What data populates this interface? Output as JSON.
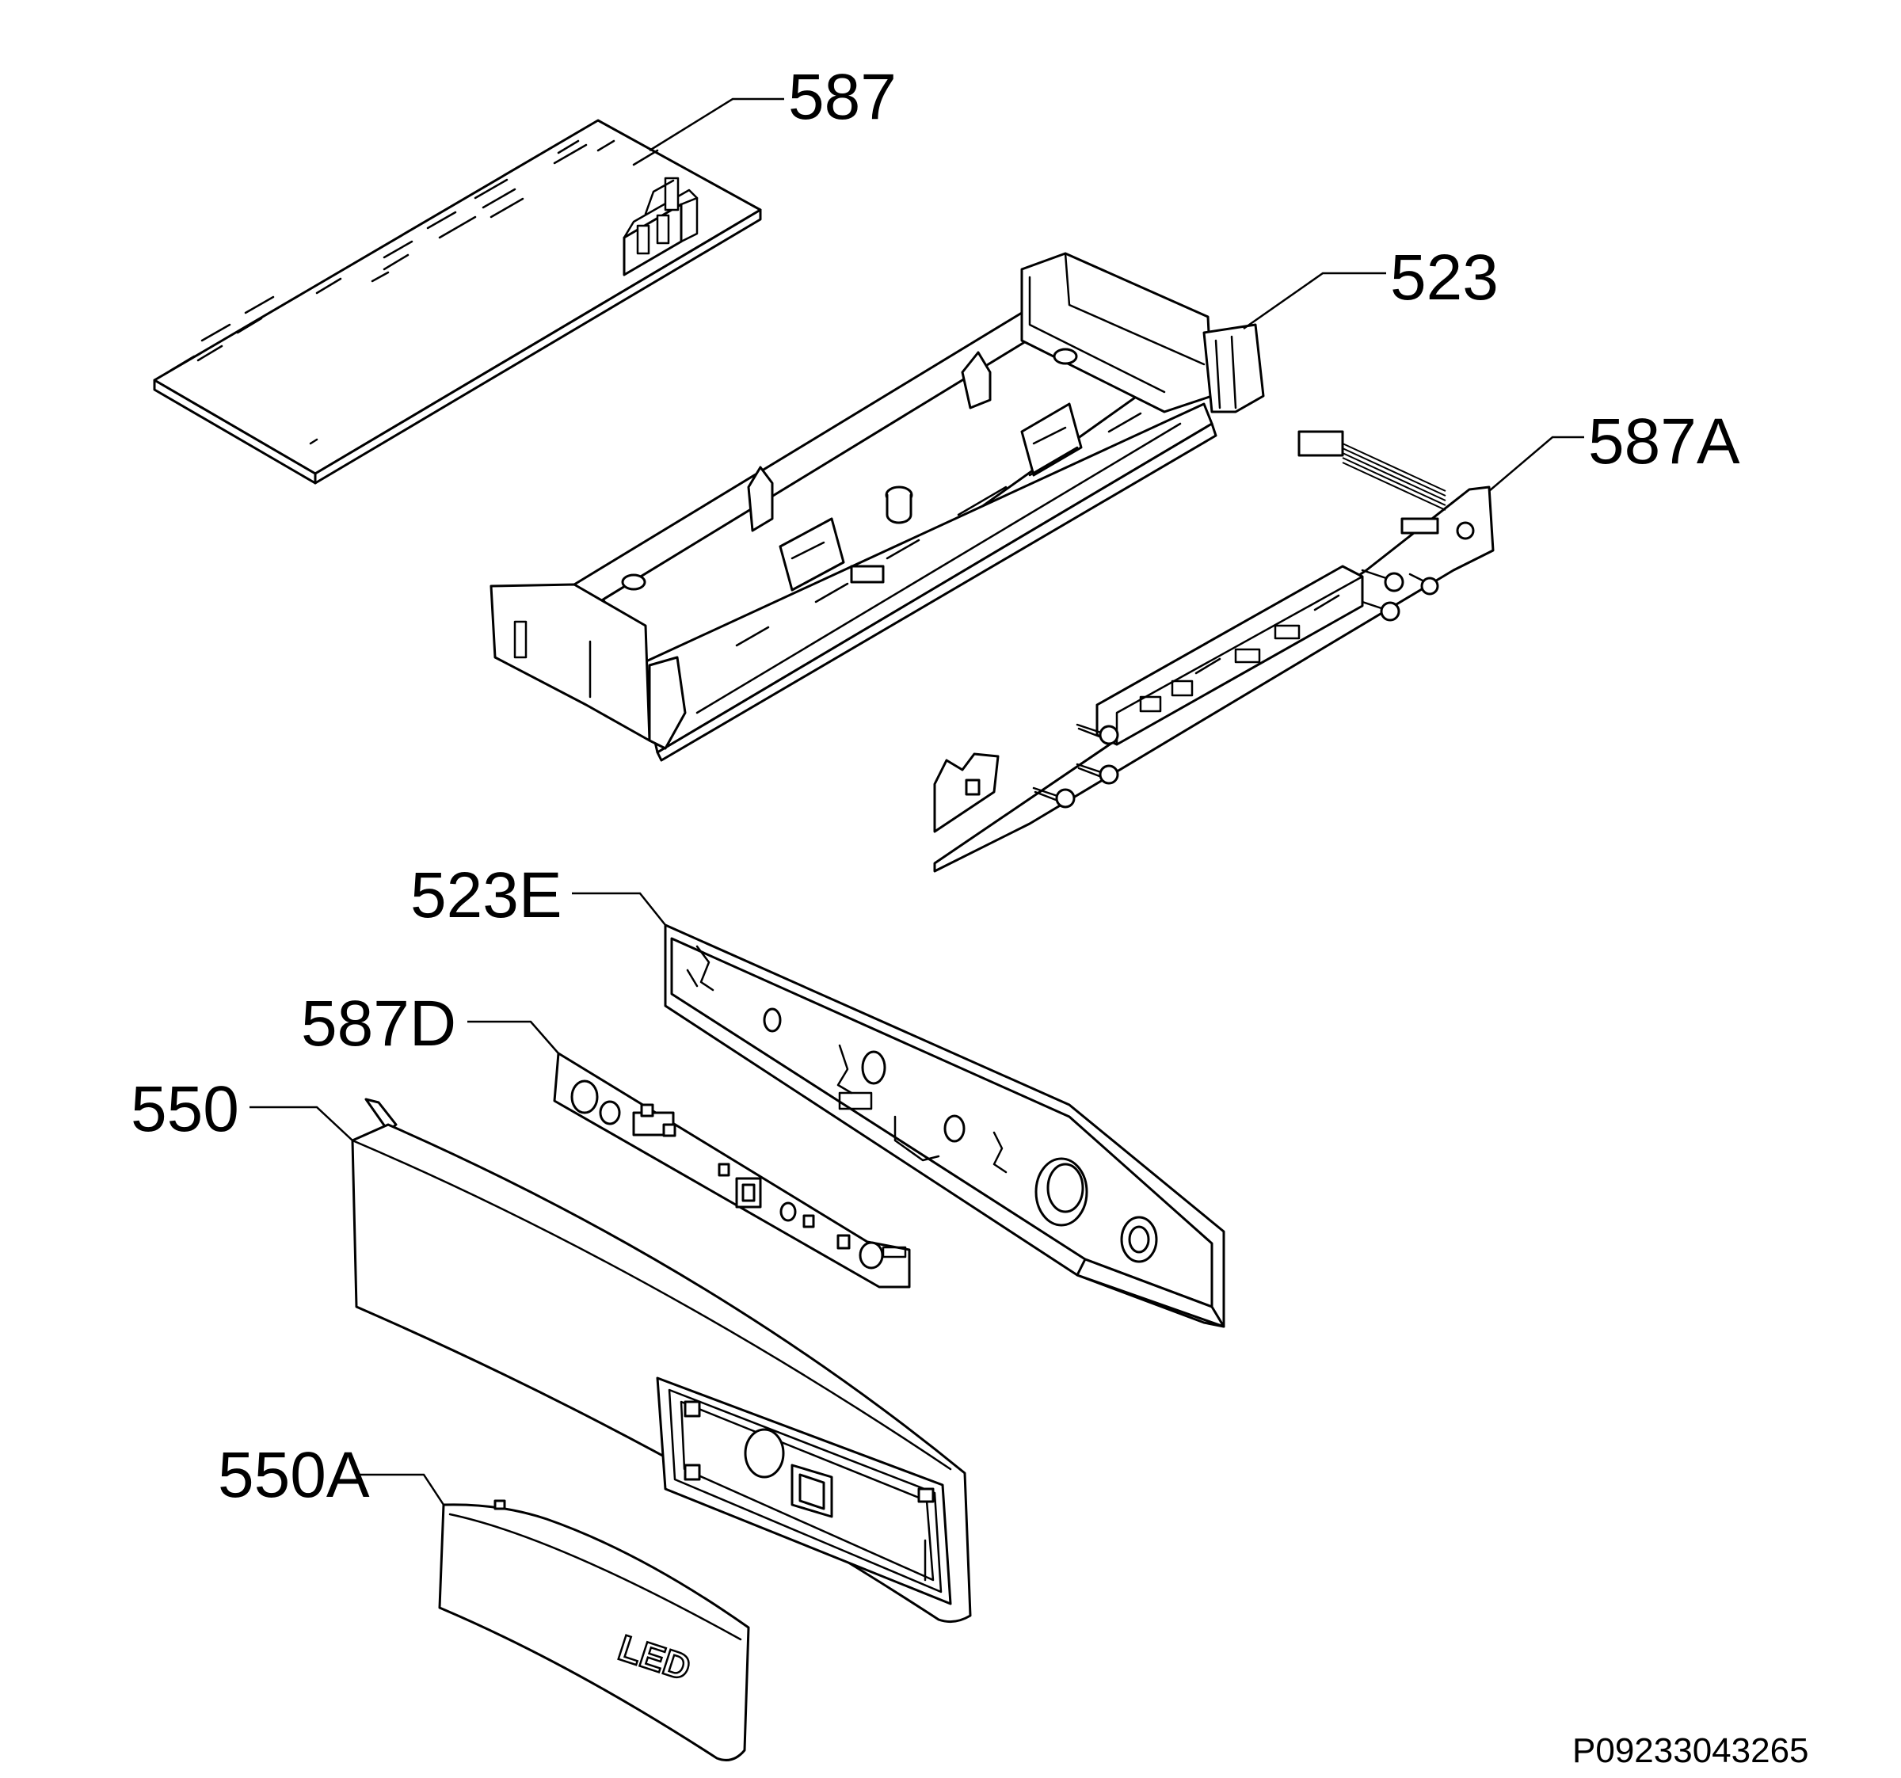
{
  "callouts": {
    "c587": "587",
    "c523": "523",
    "c587A": "587A",
    "c523E": "523E",
    "c587D": "587D",
    "c550": "550",
    "c550A": "550A"
  },
  "panel_marking": "LED",
  "drawing_ref": "P09233043265"
}
